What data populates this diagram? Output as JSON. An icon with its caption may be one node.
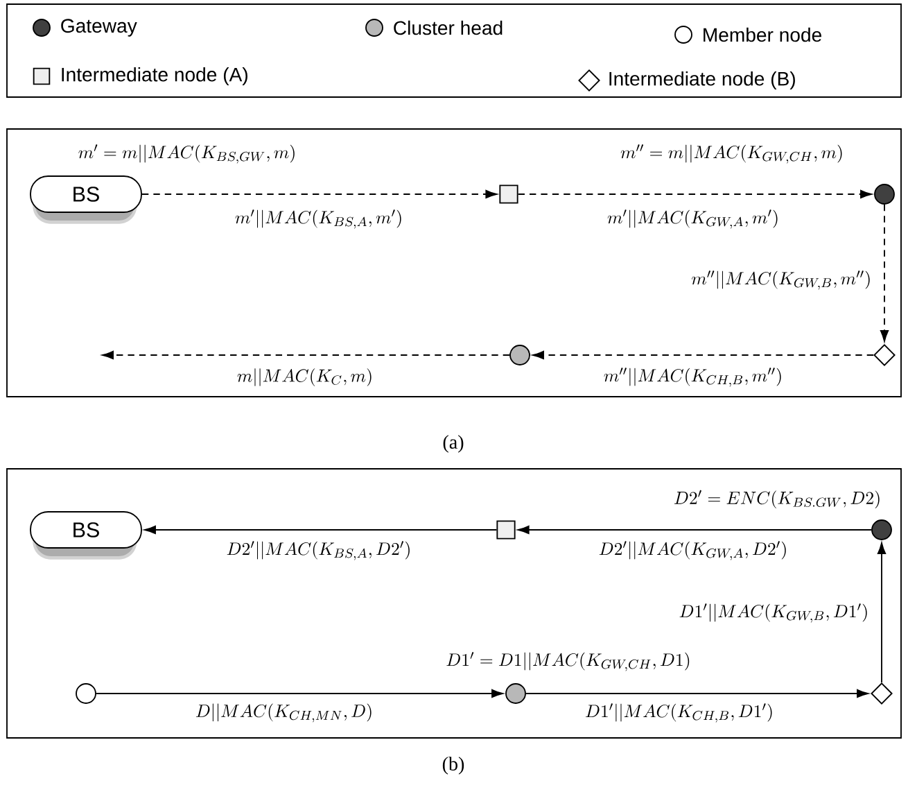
{
  "diagram": {
    "nodes": [
      {
        "text": [
          "BS"
        ],
        "beside": [
          "m' = m||MAC(K_{BS,GW}, m)"
        ]
      },
      {
        "text": [],
        "shape": "box"
      },
      {
        "text": [],
        "shape": "circle",
        "beside": [
          "m'' = m||MAC(K_{GW,CH}, m)"
        ]
      },
      {
        "text": [],
        "shape": "diamond"
      },
      {
        "text": [],
        "shape": "circle"
      },
      {
        "text": [
          "BS"
        ]
      },
      {
        "text": [],
        "shape": "box"
      },
      {
        "text": [],
        "shape": "circle",
        "beside": [
          "D2' = ENC(K_{BS.GW}, D2)"
        ]
      },
      {
        "text": [],
        "shape": "circle"
      },
      {
        "text": [],
        "shape": "circle",
        "beside": [
          "D1' = D1||MAC(K_{GW,CH}, D1)"
        ]
      },
      {
        "text": [],
        "shape": "diamond"
      }
    ],
    "edges": [
      {
        "from": 0,
        "to": 1,
        "arrow": "to",
        "style": "dashed",
        "label": "m'||MAC(K_{BS,A}, m')"
      },
      {
        "from": 1,
        "to": 2,
        "arrow": "to",
        "style": "dashed",
        "label": "m'||MAC(K_{GW,A}, m')"
      },
      {
        "from": 2,
        "to": 3,
        "arrow": "to",
        "style": "dashed",
        "label": "m''||MAC(K_{GW,B}, m'')"
      },
      {
        "from": 3,
        "to": 4,
        "arrow": "to",
        "style": "dashed",
        "label": "m''||MAC(K_{CH,B}, m'')"
      },
      {
        "from": 4,
        "to": null,
        "arrow": "to",
        "style": "dashed",
        "label": "m||MAC(K_C, m)"
      },
      {
        "from": 7,
        "to": 6,
        "arrow": "to",
        "label": "D2'||MAC(K_{GW,A}, D2')"
      },
      {
        "from": 6,
        "to": 5,
        "arrow": "to",
        "label": "D2'||MAC(K_{BS,A}, D2')"
      },
      {
        "from": 8,
        "to": 9,
        "arrow": "to",
        "label": "D||MAC(K_{CH,MN}, D)"
      },
      {
        "from": 9,
        "to": 10,
        "arrow": "to",
        "label": "D1'||MAC(K_{CH,B}, D1')"
      },
      {
        "from": 10,
        "to": 7,
        "arrow": "to",
        "label": "D1'||MAC(K_{GW,B}, D1')"
      }
    ],
    "labels": [
      "(a)",
      "(b)"
    ],
    "legend": [
      {
        "text": "Gateway"
      },
      {
        "text": "Cluster head"
      },
      {
        "text": "Member node"
      },
      {
        "text": "Intermediate node (A)"
      },
      {
        "text": "Intermediate node (B)"
      }
    ]
  }
}
